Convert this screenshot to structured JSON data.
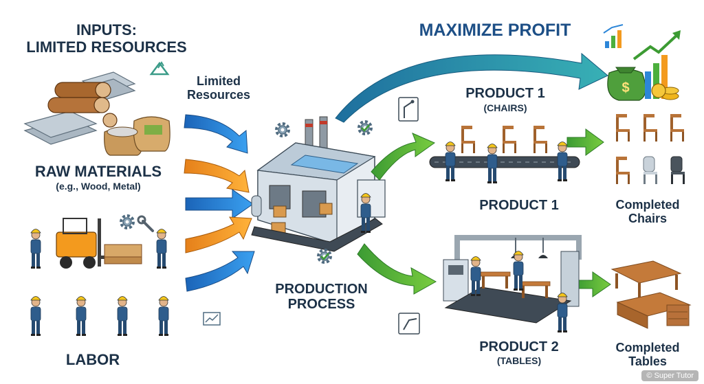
{
  "labels": {
    "inputs_line1": "INPUTS:",
    "inputs_line2": "LIMITED RESOURCES",
    "raw_materials": "RAW MATERIALS",
    "raw_materials_examples": "(e.g., Wood, Metal)",
    "labor": "LABOR",
    "limited_resources_line1": "Limited",
    "limited_resources_line2": "Resources",
    "production_line1": "PRODUCTION",
    "production_line2": "PROCESS",
    "maximize_profit": "MAXIMIZE PROFIT",
    "product1_top": "PRODUCT 1",
    "product1_top_sub": "(CHAIRS)",
    "product1_mid": "PRODUCT 1",
    "completed_chairs_line1": "Completed",
    "completed_chairs_line2": "Chairs",
    "product2": "PRODUCT 2",
    "product2_sub": "(TABLES)",
    "completed_tables_line1": "Completed",
    "completed_tables_line2": "Tables",
    "watermark": "© Super Tutor"
  },
  "icons": [
    "recycle-icon",
    "gear-icon",
    "checkmark-gear-icon",
    "robot-arm-icon",
    "money-bag-icon",
    "growth-chart-icon",
    "coin-stack-icon",
    "wrench-icon"
  ],
  "colors": {
    "title_text": "#1c3147",
    "profit_title": "#1d4f86",
    "input_arrow_blue": "#2c86d8",
    "input_arrow_orange": "#f39a1e",
    "flow_arrow_green": "#4caf3d",
    "profit_arrow": "#2a8fa3"
  }
}
